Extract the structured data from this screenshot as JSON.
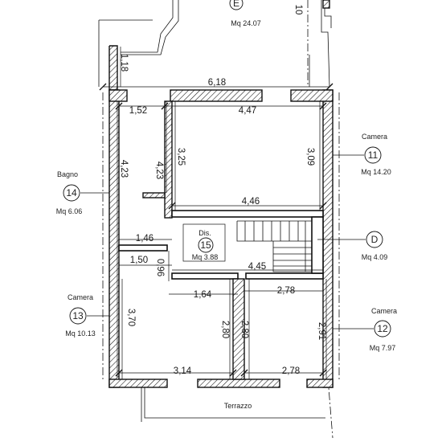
{
  "rooms": {
    "E": {
      "name": "",
      "number": "E",
      "area": "Mq 24.07"
    },
    "r11": {
      "name": "Camera",
      "number": "11",
      "area": "Mq 14.20"
    },
    "r14": {
      "name": "Bagno",
      "number": "14",
      "area": "Mq 6.06"
    },
    "r15": {
      "name": "Dis.",
      "number": "15",
      "area": "Mq 3.88"
    },
    "D": {
      "name": "",
      "number": "D",
      "area": "Mq 4.09"
    },
    "r13": {
      "name": "Camera",
      "number": "13",
      "area": "Mq 10.13"
    },
    "r12": {
      "name": "Camera",
      "number": "12",
      "area": "Mq 7.97"
    }
  },
  "terrace": "Terrazzo",
  "dimensions": {
    "top_overall": "6,18",
    "top_left": "1,52",
    "top_right": "4,47",
    "left_height": "1,18",
    "bagno_left": "4,23",
    "bagno_inner": "4,23",
    "c11_left": "3,25",
    "c11_right": "3,09",
    "c11_bottom": "4,46",
    "dis_width": "1,46",
    "corr_left": "1,50",
    "corr_v": "0,96",
    "corr_width": "4,45",
    "c13_top": "1,64",
    "c12_top": "2,78",
    "c13_left": "3,70",
    "c13_right": "2,80",
    "c12_left": "2,80",
    "c12_right": "2,91",
    "c13_bottom": "3,14",
    "c12_bottom": "2,78",
    "top_edge_fragment": "10"
  }
}
